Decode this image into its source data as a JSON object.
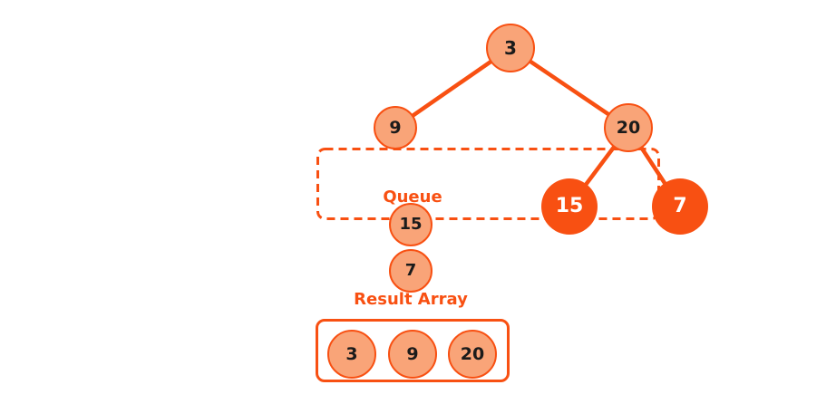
{
  "colors": {
    "accent": "#F85012",
    "node_fill_light": "#F9A478",
    "node_text_dark": "#1B1B1B",
    "node_text_light": "#FFFFFF",
    "background": "#FFFFFF"
  },
  "tree": {
    "nodes": [
      {
        "id": "node-3",
        "value": "3",
        "level": 0,
        "variant": "light"
      },
      {
        "id": "node-9",
        "value": "9",
        "level": 1,
        "variant": "light"
      },
      {
        "id": "node-20",
        "value": "20",
        "level": 1,
        "variant": "light"
      },
      {
        "id": "node-15",
        "value": "15",
        "level": 2,
        "variant": "solid"
      },
      {
        "id": "node-7",
        "value": "7",
        "level": 2,
        "variant": "solid"
      }
    ],
    "edges": [
      {
        "from": "3",
        "to": "9"
      },
      {
        "from": "3",
        "to": "20"
      },
      {
        "from": "20",
        "to": "15"
      },
      {
        "from": "20",
        "to": "7"
      }
    ]
  },
  "queue": {
    "label": "Queue",
    "items": [
      {
        "value": "15"
      },
      {
        "value": "7"
      }
    ]
  },
  "result_array": {
    "label": "Result Array",
    "items": [
      {
        "value": "3"
      },
      {
        "value": "9"
      },
      {
        "value": "20"
      }
    ]
  }
}
